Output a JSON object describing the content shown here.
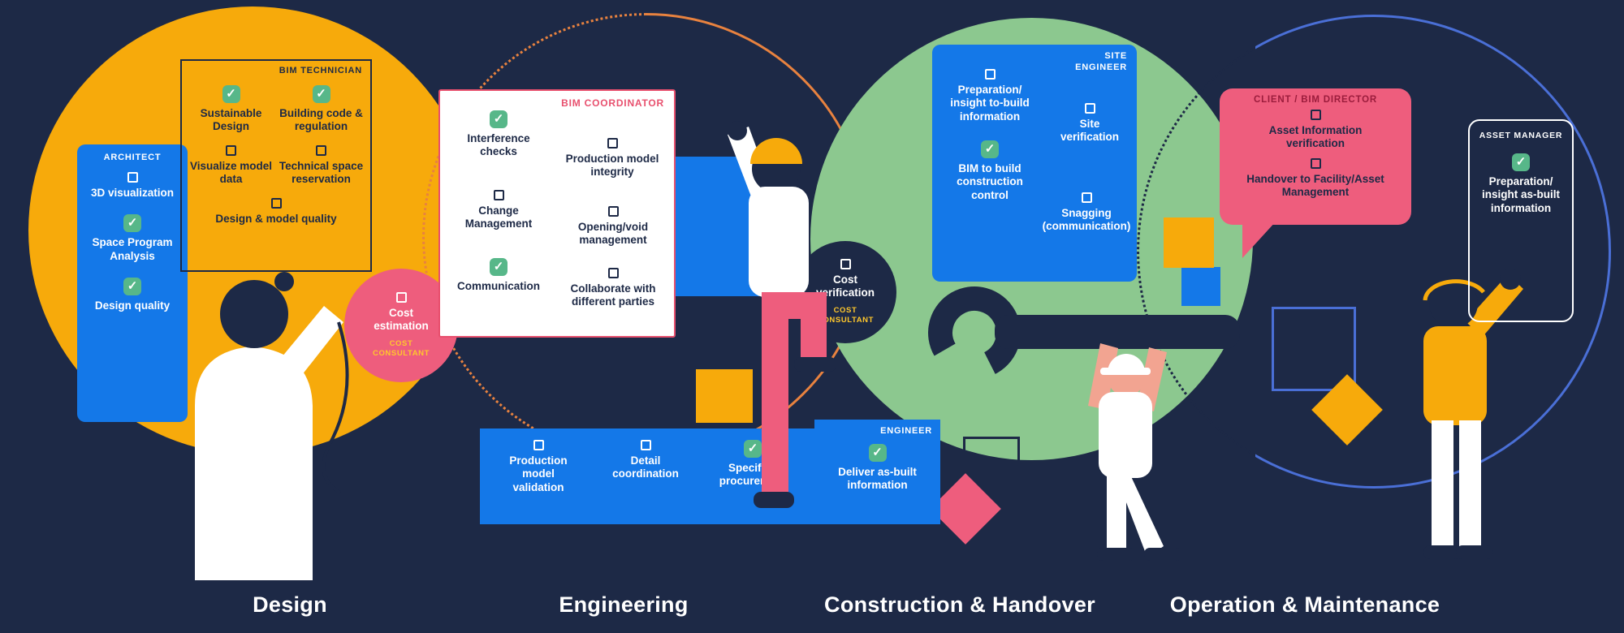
{
  "phases": [
    {
      "label": "Design"
    },
    {
      "label": "Engineering"
    },
    {
      "label": "Construction & Handover"
    },
    {
      "label": "Operation & Maintenance"
    }
  ],
  "roles": {
    "architect": {
      "title": "ARCHITECT",
      "items": [
        {
          "label": "3D visualization",
          "checked": false
        },
        {
          "label": "Space Program Analysis",
          "checked": true
        },
        {
          "label": "Design quality",
          "checked": true
        }
      ]
    },
    "bim_technician": {
      "title": "BIM TECHNICIAN",
      "items": [
        {
          "label": "Sustainable Design",
          "checked": true
        },
        {
          "label": "Building code & regulation",
          "checked": true
        },
        {
          "label": "Visualize model data",
          "checked": false
        },
        {
          "label": "Technical space reservation",
          "checked": false
        },
        {
          "label": "Design & model quality",
          "checked": false
        }
      ]
    },
    "cost_consultant_design": {
      "title": "COST CONSULTANT",
      "items": [
        {
          "label": "Cost estimation",
          "checked": false
        }
      ]
    },
    "bim_coordinator": {
      "title": "BIM COORDINATOR",
      "items": [
        {
          "label": "Interference checks",
          "checked": true
        },
        {
          "label": "Production model integrity",
          "checked": false
        },
        {
          "label": "Change Management",
          "checked": false
        },
        {
          "label": "Opening/void management",
          "checked": false
        },
        {
          "label": "Communication",
          "checked": true
        },
        {
          "label": "Collaborate with different parties",
          "checked": false
        }
      ]
    },
    "engineering_team": {
      "items": [
        {
          "label": "Production model validation",
          "checked": false
        },
        {
          "label": "Detail coordination",
          "checked": false
        },
        {
          "label": "Specified procurement",
          "checked": true
        }
      ]
    },
    "engineer": {
      "title": "ENGINEER",
      "items": [
        {
          "label": "Deliver as-built information",
          "checked": true
        }
      ]
    },
    "cost_consultant_construction": {
      "title": "COST CONSULTANT",
      "items": [
        {
          "label": "Cost verification",
          "checked": false
        }
      ]
    },
    "site_engineer": {
      "title": "SITE ENGINEER",
      "items": [
        {
          "label": "Preparation/ insight to-build information",
          "checked": false
        },
        {
          "label": "Site verification",
          "checked": false
        },
        {
          "label": "BIM to build construction control",
          "checked": true
        },
        {
          "label": "Snagging (communication)",
          "checked": false
        }
      ]
    },
    "client_bim_director": {
      "title": "CLIENT / BIM DIRECTOR",
      "items": [
        {
          "label": "Asset Information verification",
          "checked": false
        },
        {
          "label": "Handover to Facility/Asset Management",
          "checked": false
        }
      ]
    },
    "asset_manager": {
      "title": "ASSET MANAGER",
      "items": [
        {
          "label": "Preparation/ insight as-built information",
          "checked": true
        }
      ]
    }
  },
  "colors": {
    "background": "#1D2946",
    "design_circle_yellow": "#F7AA0B",
    "engineering_ring_orange": "#E8823F",
    "construction_circle_green": "#8CC88F",
    "operation_ring_blue": "#4A6FD6",
    "card_blue": "#1478E8",
    "pink": "#EE5D7D",
    "check_green": "#57B789",
    "role_label_yellow": "#FFC72C",
    "coordinator_title_red": "#E8506E"
  }
}
